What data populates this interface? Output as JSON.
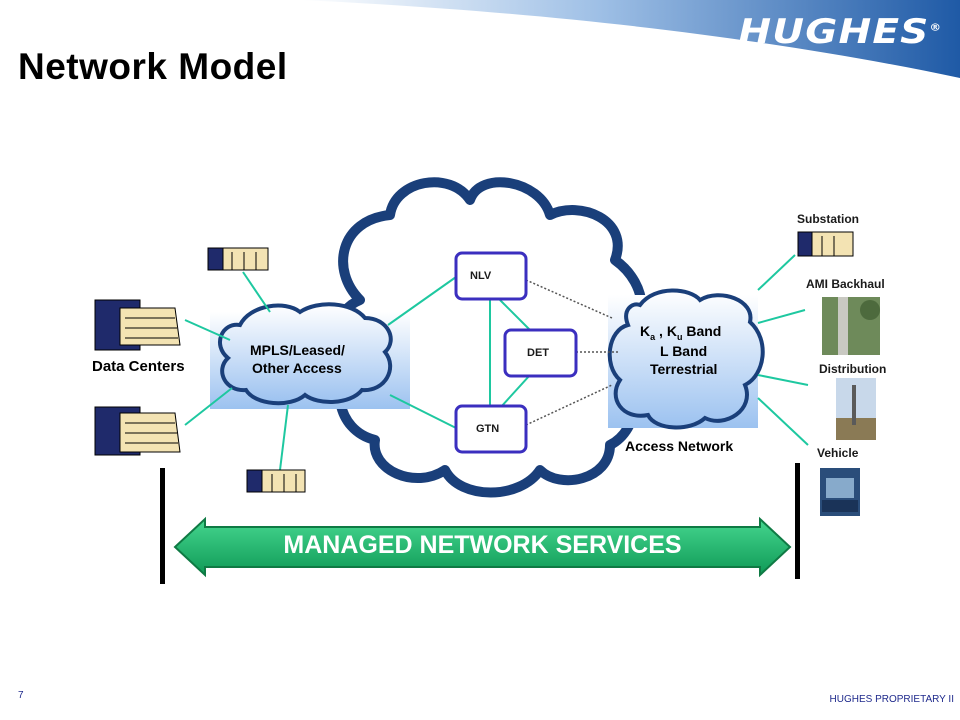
{
  "slide": {
    "title": "Network Model",
    "logo": "HUGHES",
    "page_number": "7",
    "footer": "HUGHES PROPRIETARY II"
  },
  "diagram": {
    "core_nodes": [
      "NLV",
      "DET",
      "GTN"
    ],
    "mpls_cloud": [
      "MPLS/Leased/",
      "Other Access"
    ],
    "access_cloud": {
      "band_line1": "Band",
      "band_line2": "L Band",
      "band_line3": "Terrestrial",
      "ka": "K",
      "ka_sub": "a",
      "ku": "K",
      "ku_sub": "u",
      "comma": ","
    },
    "data_centers": "Data Centers",
    "access_network": "Access Network",
    "endpoints": [
      "Substation",
      "AMI Backhaul",
      "Distribution",
      "Vehicle"
    ],
    "banner": "MANAGED NETWORK SERVICES"
  },
  "colors": {
    "accent_blue": "#1f5aa6",
    "cloud_outline": "#1a3f7a",
    "node_border": "#3b2fbf",
    "connector_green": "#1ec8a0",
    "banner_green": "#18b36b"
  }
}
